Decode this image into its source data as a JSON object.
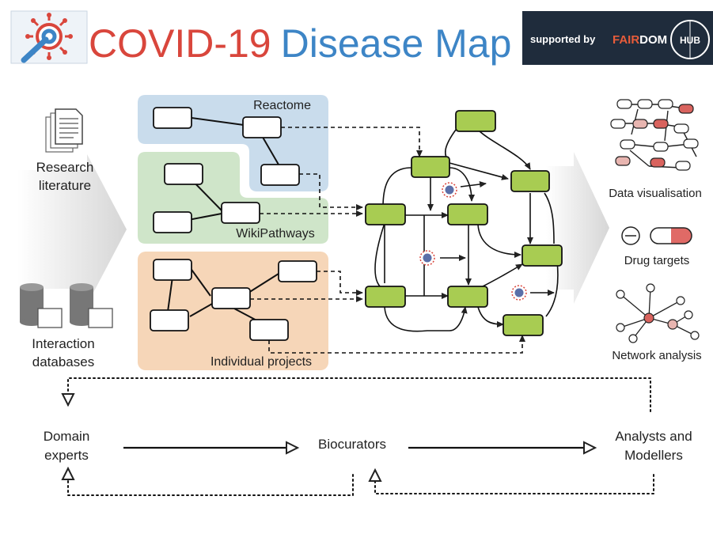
{
  "title": {
    "part1": "COVID-19",
    "part2": "Disease Map"
  },
  "badge": {
    "prefix": "supported by",
    "brand_a": "FAIR",
    "brand_b": "DOM",
    "hub": "HUB"
  },
  "sources": {
    "literature": {
      "line1": "Research",
      "line2": "literature"
    },
    "databases": {
      "line1": "Interaction",
      "line2": "databases"
    }
  },
  "panels": {
    "reactome": "Reactome",
    "wikipathways": "WikiPathways",
    "projects": "Individual projects"
  },
  "outputs": {
    "visualisation": "Data visualisation",
    "drugs": "Drug targets",
    "network": "Network analysis"
  },
  "roles": {
    "experts": {
      "line1": "Domain",
      "line2": "experts"
    },
    "biocurators": "Biocurators",
    "analysts": {
      "line1": "Analysts and",
      "line2": "Modellers"
    }
  },
  "colors": {
    "title_red": "#d9463c",
    "title_blue": "#3d85c6",
    "reactome_bg": "#c9dcec",
    "wikipathways_bg": "#cfe5c9",
    "projects_bg": "#f6d6b8",
    "node_green": "#a8cc52",
    "badge_bg": "#1f2c3c"
  }
}
